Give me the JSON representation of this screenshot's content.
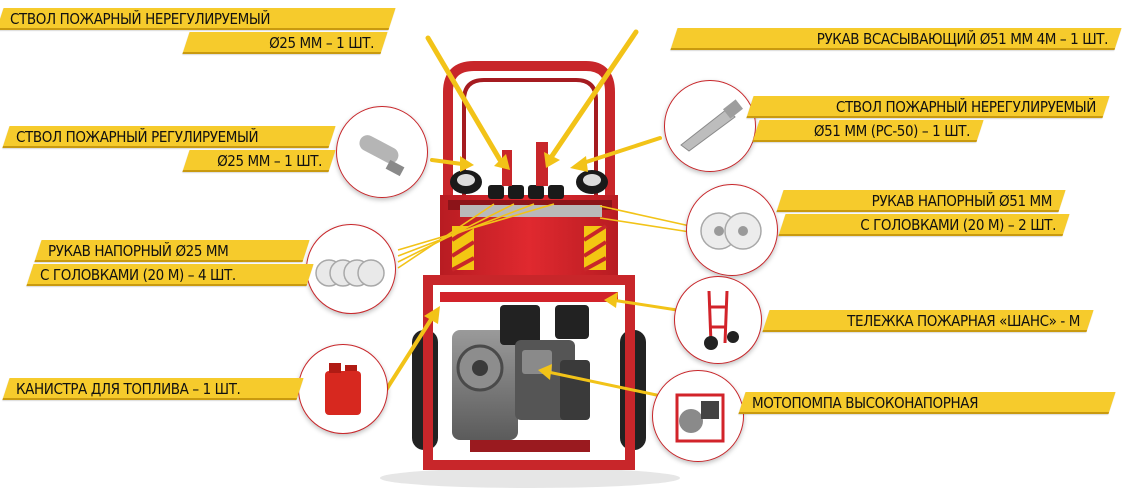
{
  "labels": {
    "stvol_nereg_25_line1": "СТВОЛ ПОЖАРНЫЙ НЕРЕГУЛИРУЕМЫЙ",
    "stvol_nereg_25_line2": "Ø25 ММ – 1 ШТ.",
    "stvol_reg_25_line1": "СТВОЛ ПОЖАРНЫЙ РЕГУЛИРУЕМЫЙ",
    "stvol_reg_25_line2": "Ø25 ММ – 1 ШТ.",
    "rukav_nap_25_line1": "РУКАВ НАПОРНЫЙ Ø25 ММ",
    "rukav_nap_25_line2": "С ГОЛОВКАМИ (20 М) – 4 ШТ.",
    "kanistra": "КАНИСТРА ДЛЯ ТОПЛИВА – 1 ШТ.",
    "rukav_vsas": "РУКАВ ВСАСЫВАЮЩИЙ Ø51 ММ 4М – 1 ШТ.",
    "stvol_nereg_51_line1": "СТВОЛ ПОЖАРНЫЙ НЕРЕГУЛИРУЕМЫЙ",
    "stvol_nereg_51_line2": "Ø51 ММ (РС-50) – 1 ШТ.",
    "rukav_nap_51_line1": "РУКАВ НАПОРНЫЙ Ø51 ММ",
    "rukav_nap_51_line2": "С ГОЛОВКАМИ (20 М) – 2 ШТ.",
    "telezhka": "ТЕЛЕЖКА ПОЖАРНАЯ «ШАНС» - М",
    "motopompa": "МОТОПОМПА ВЫСОКОНАПОРНАЯ"
  },
  "colors": {
    "label_bg": "#f6cb2c",
    "frame_red": "#d2232a",
    "arrow": "#f2c318"
  }
}
